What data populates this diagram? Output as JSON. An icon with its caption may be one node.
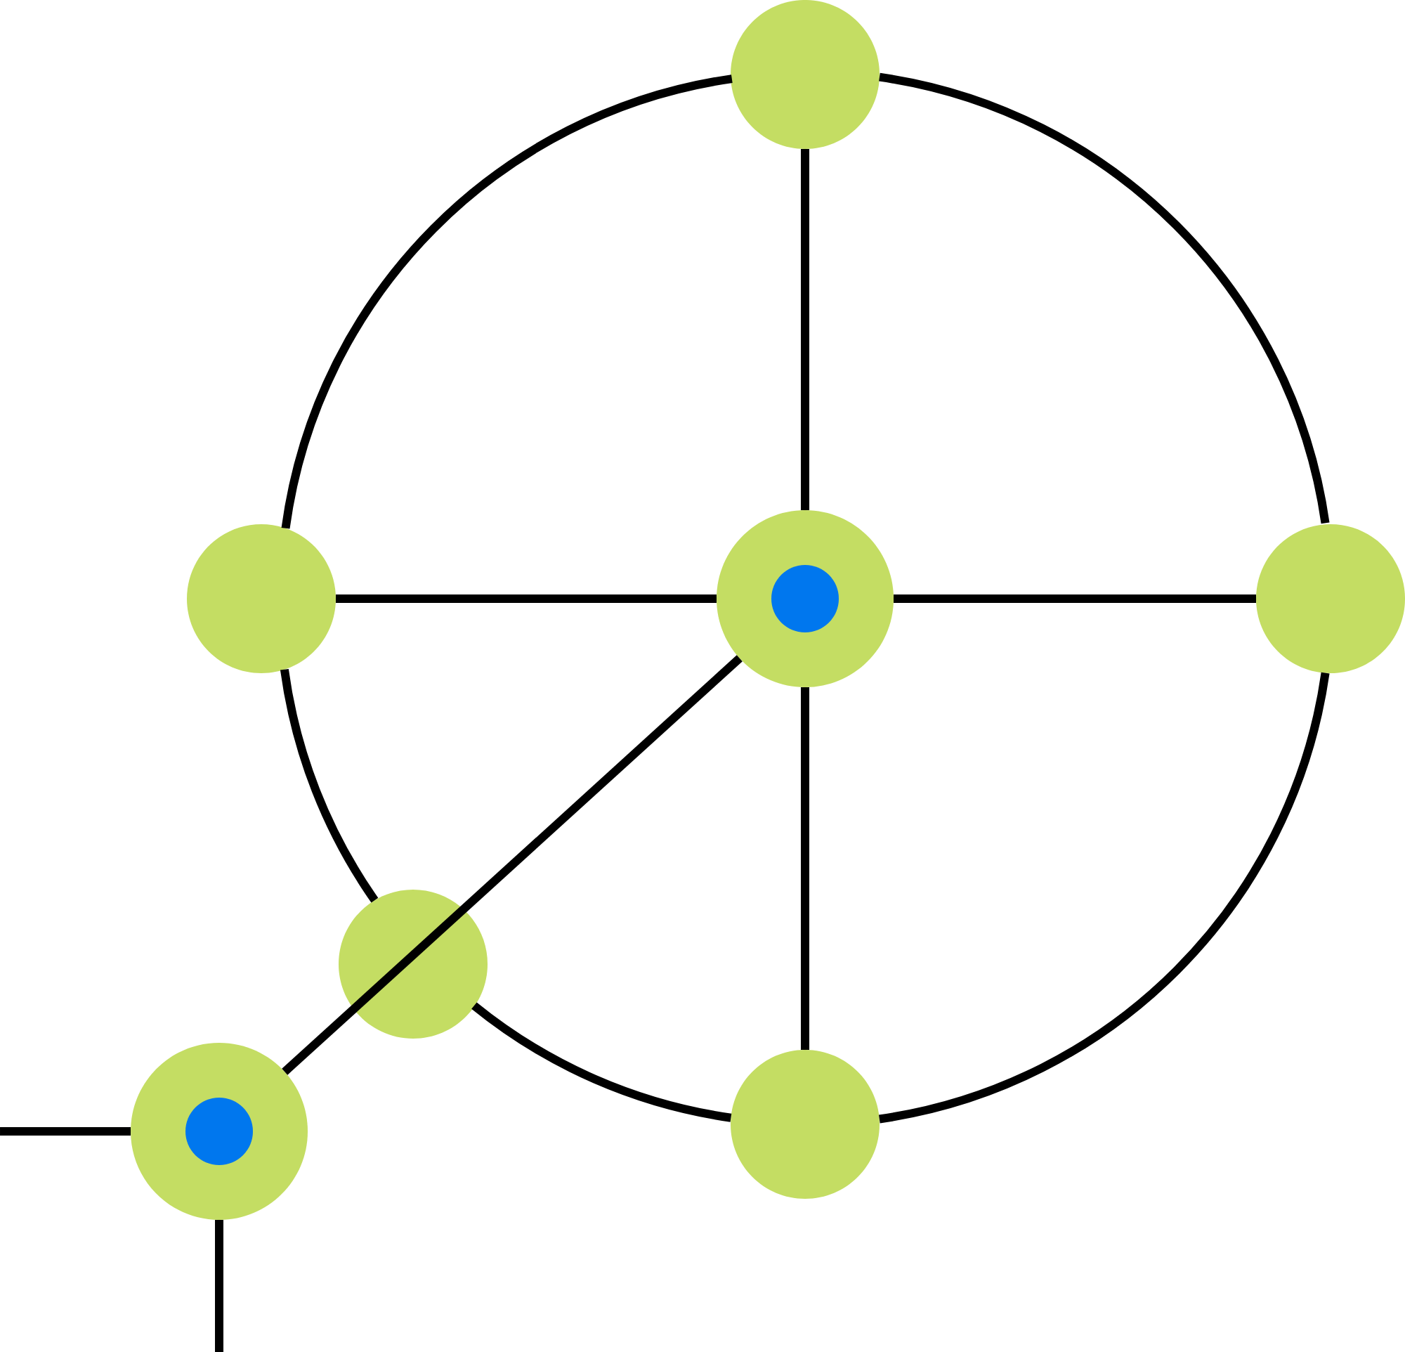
{
  "diagram": {
    "nodes": [
      {
        "text": [],
        "shape": "circle"
      },
      {
        "text": [],
        "shape": "circle"
      },
      {
        "text": [],
        "shape": "circle"
      },
      {
        "text": [],
        "shape": "circle",
        "in": 2
      },
      {
        "text": [],
        "shape": "circle"
      },
      {
        "text": [],
        "shape": "circle"
      },
      {
        "text": [],
        "shape": "circle"
      },
      {
        "text": [],
        "shape": "circle"
      },
      {
        "text": [],
        "shape": "circle",
        "in": 7
      }
    ],
    "edges": [
      {
        "from": 2,
        "to": 0,
        "arrow": "none"
      },
      {
        "from": 2,
        "to": 1,
        "arrow": "none"
      },
      {
        "from": 2,
        "to": 4,
        "arrow": "none"
      },
      {
        "from": 2,
        "to": 6,
        "arrow": "none"
      },
      {
        "from": 2,
        "to": 5,
        "arrow": "none"
      },
      {
        "from": 5,
        "to": 7,
        "arrow": "none"
      },
      {
        "from": 0,
        "to": 4,
        "arrow": "none"
      },
      {
        "from": 4,
        "to": 6,
        "arrow": "none"
      },
      {
        "from": 6,
        "to": 5,
        "arrow": "none"
      },
      {
        "from": 5,
        "to": 1,
        "arrow": "none"
      },
      {
        "from": 1,
        "to": 0,
        "arrow": "none"
      },
      {
        "from": 7,
        "to": null,
        "arrow": "none"
      },
      {
        "from": 7,
        "to": null,
        "arrow": "none"
      }
    ]
  }
}
